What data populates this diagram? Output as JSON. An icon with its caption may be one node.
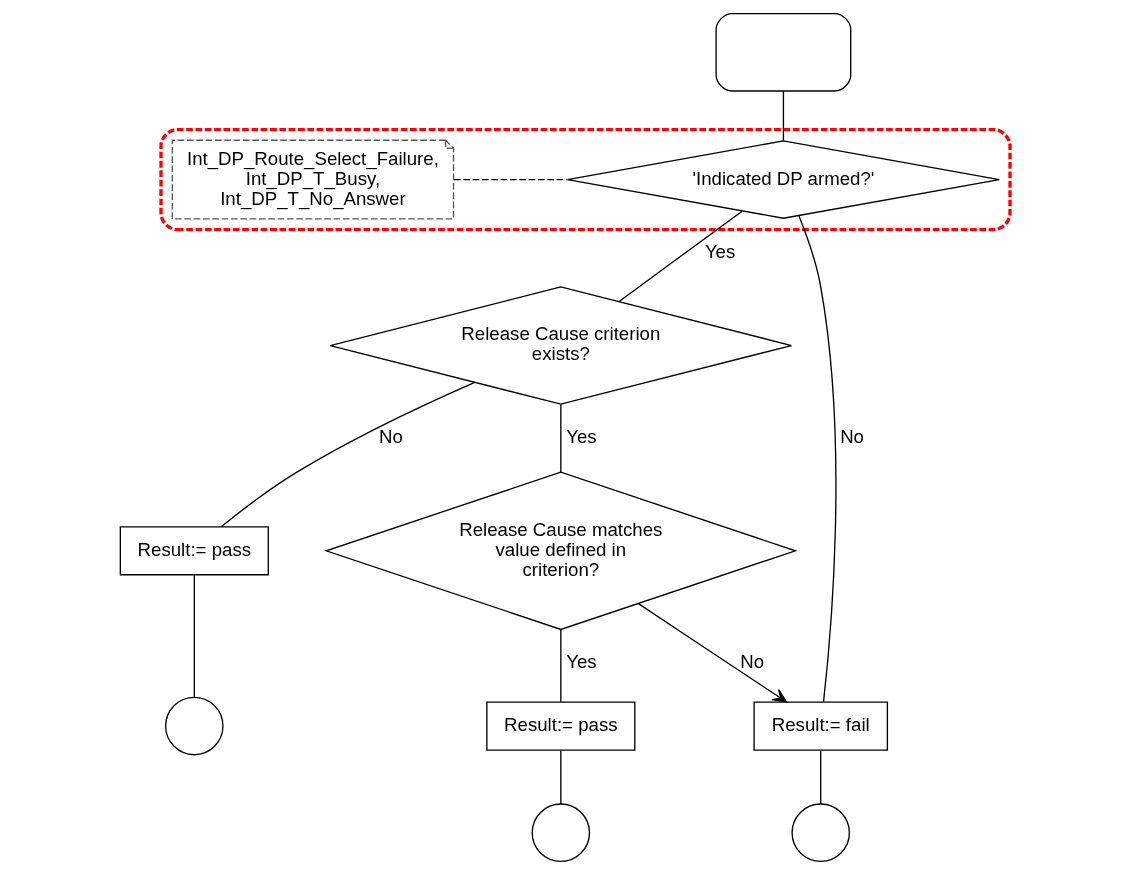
{
  "diagram": {
    "nodes": [
      {
        "text": [],
        "shape": "capsule"
      },
      {
        "text": [],
        "shape": "ellipse"
      },
      {
        "text": [
          "Int_DP_Route_Select_Failure, Int_DP_T_Busy, Int_DP_T_No_Answer"
        ],
        "in": 1
      },
      {
        "text": [
          "'Indicated DP armed?'"
        ],
        "in": 1
      },
      {
        "text": [
          "Release Cause criterion exists?"
        ]
      },
      {
        "text": [
          "Release Cause matches value defined in criterion?"
        ]
      },
      {
        "text": [
          "Result:= pass"
        ]
      },
      {
        "text": [
          "Result:= pass"
        ]
      },
      {
        "text": [
          "Result:= fail"
        ]
      },
      {
        "text": [],
        "shape": "circle"
      },
      {
        "text": [],
        "shape": "circle"
      },
      {
        "text": [],
        "shape": "circle"
      }
    ],
    "edges": [
      {
        "from": 0,
        "to": 3,
        "arrow": "none"
      },
      {
        "from": 2,
        "to": 3,
        "arrow": "none",
        "style": "dashed"
      },
      {
        "from": 3,
        "to": 8,
        "arrow": "none",
        "label": "No"
      },
      {
        "from": 3,
        "to": 4,
        "arrow": "none",
        "label": "Yes"
      },
      {
        "from": 4,
        "to": 5,
        "arrow": "none",
        "label": "Yes"
      },
      {
        "from": 4,
        "to": 6,
        "arrow": "none",
        "label": "No"
      },
      {
        "from": 5,
        "to": 8,
        "arrow": "to",
        "label": "No"
      },
      {
        "from": 5,
        "to": 7,
        "arrow": "none",
        "label": "Yes"
      },
      {
        "from": 6,
        "to": 9,
        "arrow": "none"
      },
      {
        "from": 7,
        "to": 10,
        "arrow": "none"
      },
      {
        "from": 8,
        "to": 11,
        "arrow": "none"
      }
    ]
  }
}
